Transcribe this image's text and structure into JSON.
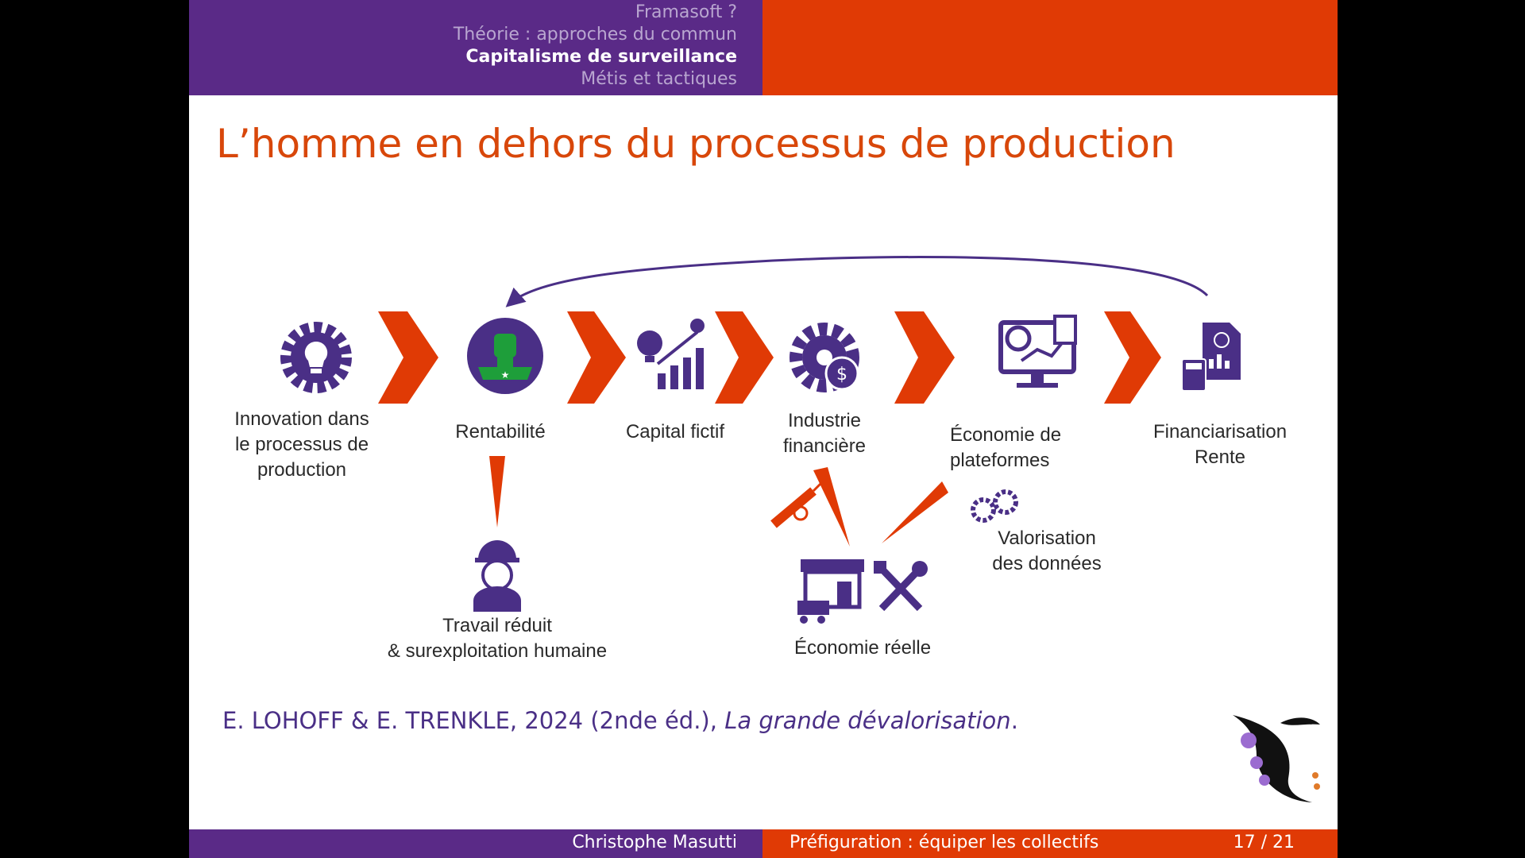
{
  "header": {
    "nav": [
      "Framasoft ?",
      "Théorie : approches du commun",
      "Capitalisme de surveillance",
      "Métis et tactiques"
    ],
    "active_index": 2
  },
  "title": "L’homme en dehors du processus de production",
  "steps": {
    "innovation": "Innovation dans le processus de production",
    "rentabilite": "Rentabilité",
    "capital": "Capital fictif",
    "industrie": "Industrie financière",
    "plateformes": "Économie de plateformes",
    "financiarisation": "Financiarisation Rente"
  },
  "outcomes": {
    "travail_line1": "Travail réduit",
    "travail_line2": "& surexploitation humaine",
    "reelle": "Économie réelle",
    "donnees_line1": "Valorisation",
    "donnees_line2": "des données"
  },
  "citation": {
    "authors": "E. LOHOFF & E. TRENKLE, 2024 (2nde éd.),",
    "book": "La grande dévalorisation",
    "end": "."
  },
  "footer": {
    "author": "Christophe Masutti",
    "talk": "Préfiguration : équiper les collectifs",
    "page": "17 / 21"
  },
  "colors": {
    "purple": "#5a2a87",
    "orange": "#e03a05",
    "title": "#d8470a"
  },
  "icons": [
    "lightbulb-gear-icon",
    "fist-badge-icon",
    "idea-growth-icon",
    "gear-dollar-icon",
    "monitor-analytics-icon",
    "calculator-report-icon",
    "worker-icon",
    "shop-icon",
    "tools-icon",
    "syringe-icon",
    "gears-icon",
    "framasoft-logo"
  ]
}
